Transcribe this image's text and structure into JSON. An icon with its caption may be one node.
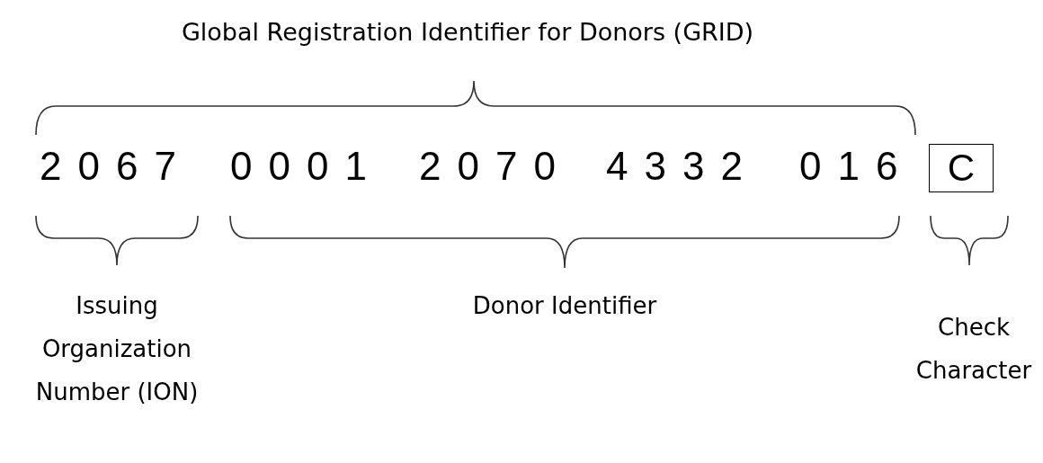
{
  "diagram": {
    "nodes": [
      {
        "text": [
          "C"
        ]
      }
    ],
    "edges": [],
    "labels": [
      "Global Registration Identifier for Donors (GRID)",
      "2067",
      "0001",
      "2070",
      "4332",
      "016",
      "Issuing Organization Number (ION)",
      "Donor Identifier",
      "Check Character"
    ]
  }
}
